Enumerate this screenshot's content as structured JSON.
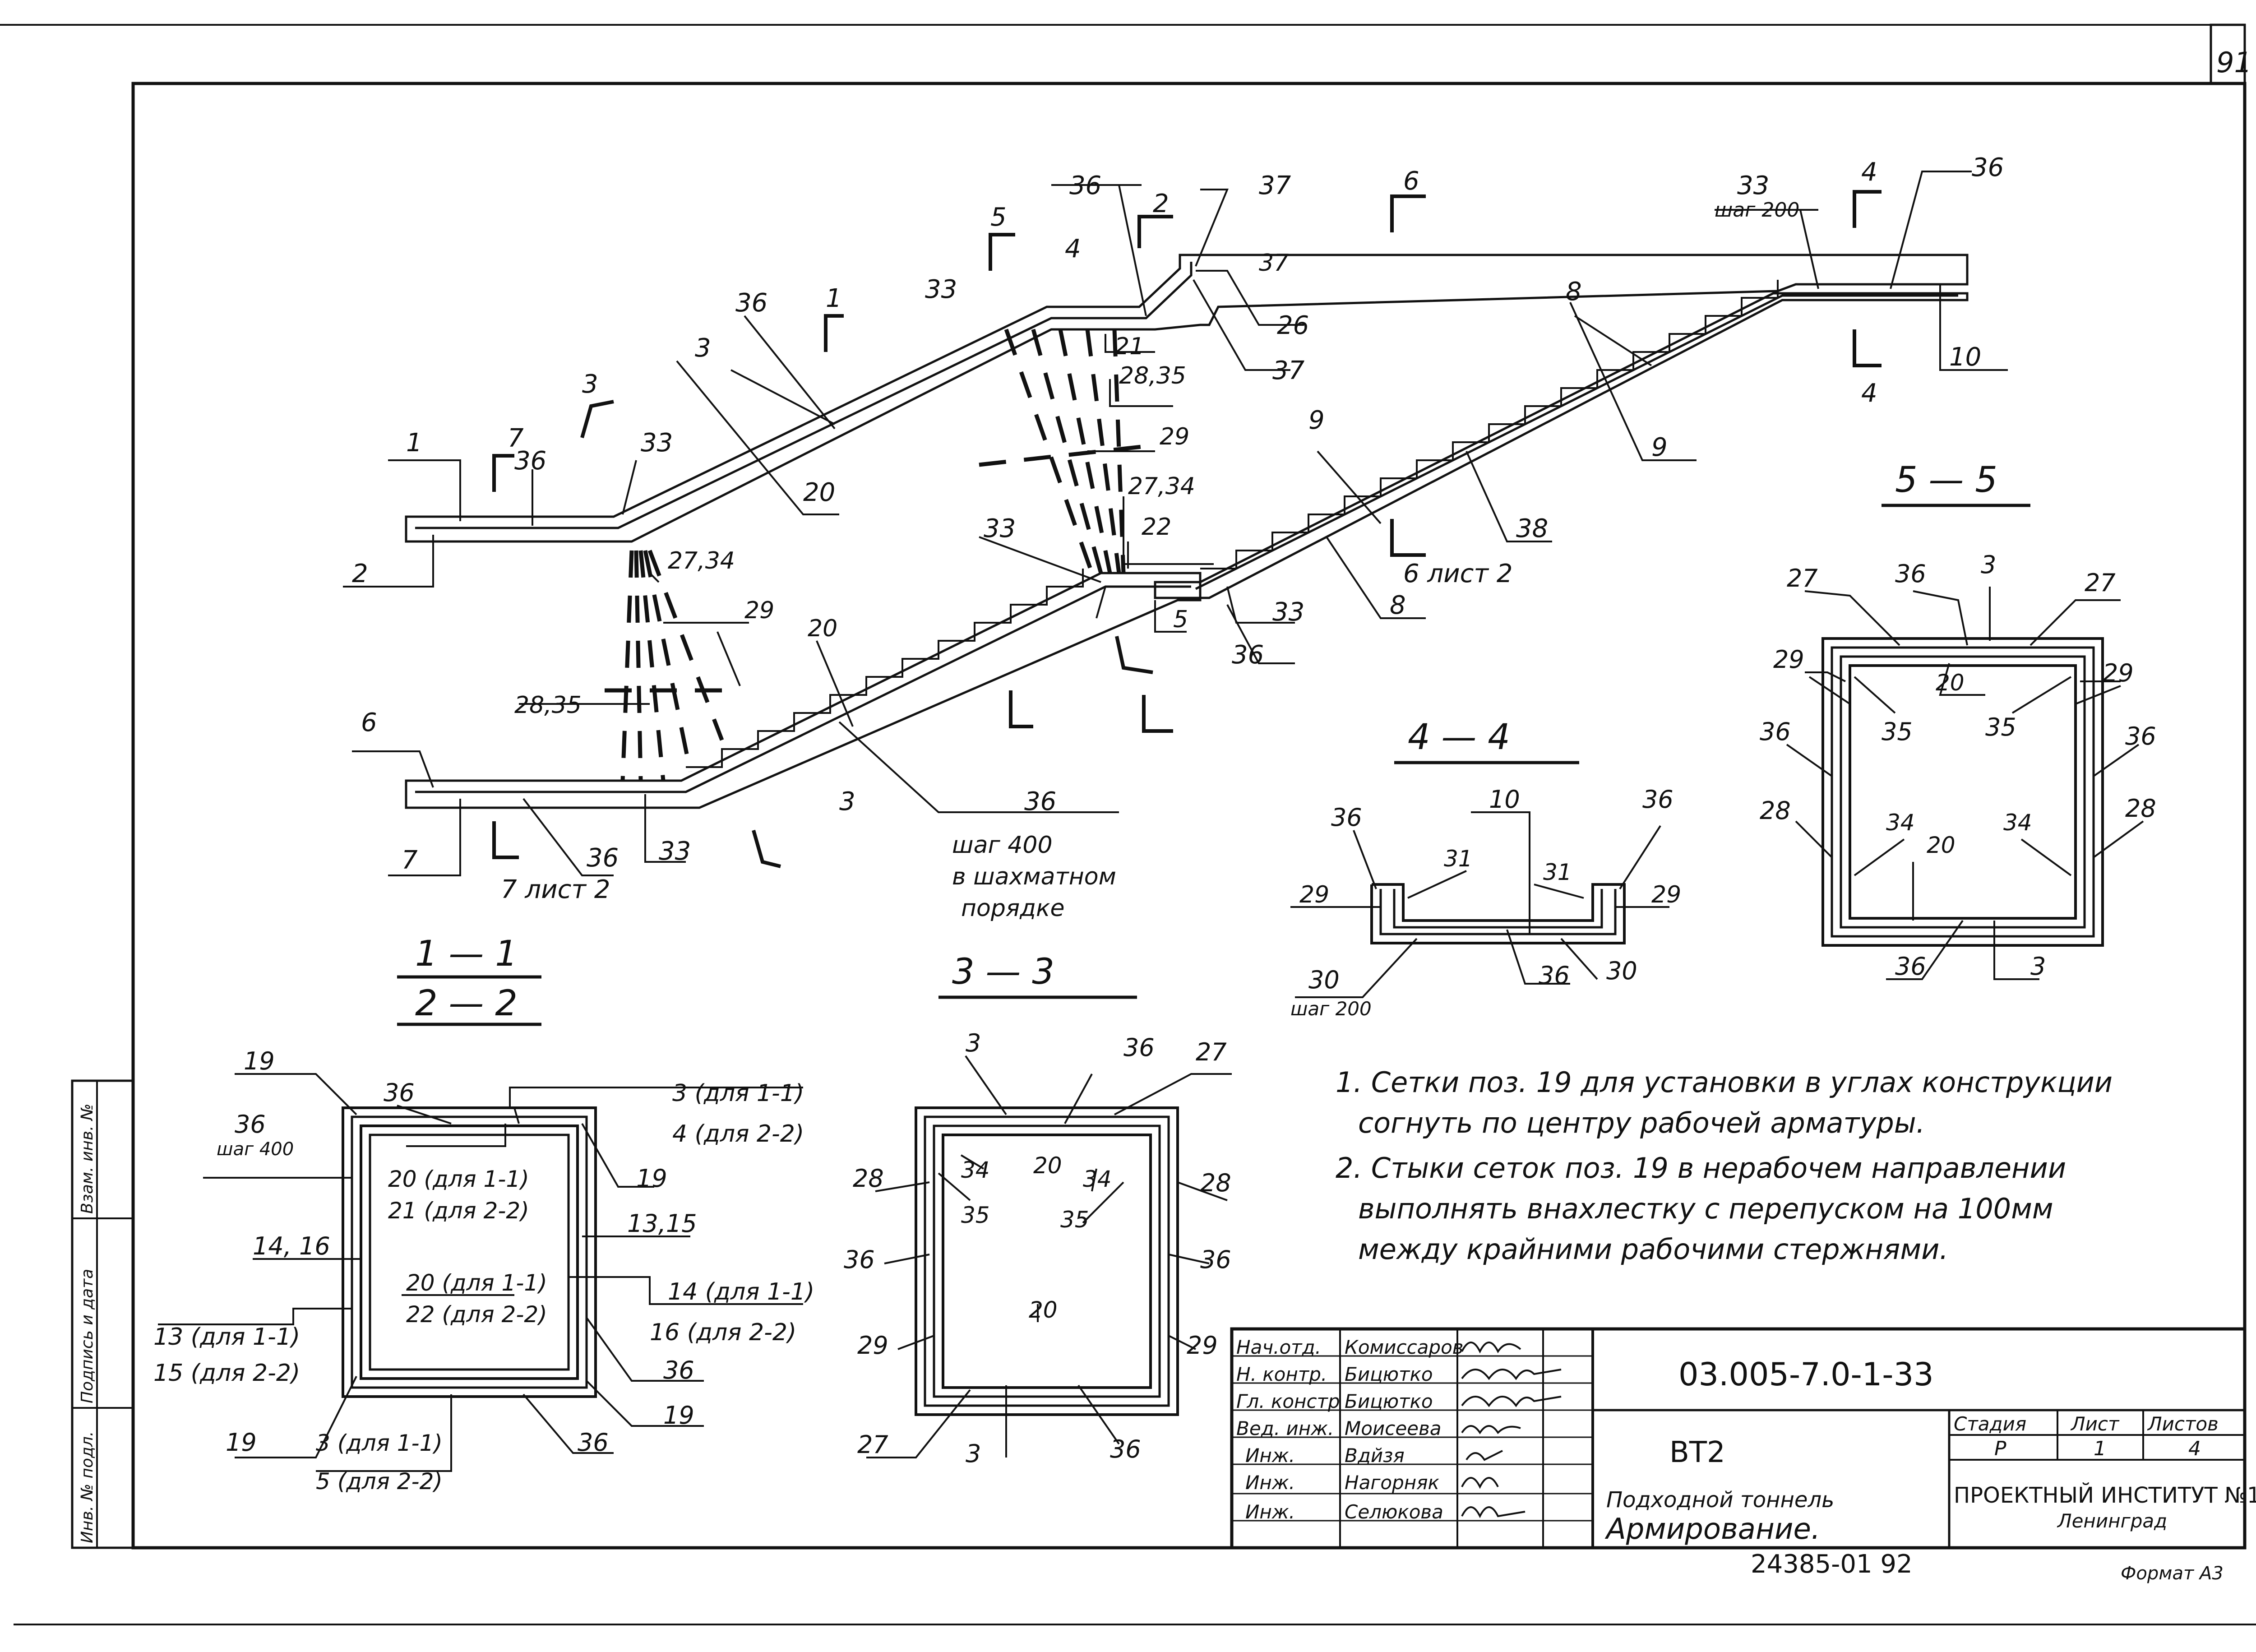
{
  "sheet_number": "91",
  "bottom_code": "24385-01   92",
  "format": "Формат А3",
  "notes": [
    "1. Сетки поз. 19 для установки в углах конструкции",
    "согнуть по центру рабочей арматуры.",
    "2. Стыки сеток поз. 19 в нерабочем направлении",
    "выполнять внахлестку с перепуском на 100мм",
    "между крайними рабочими стержнями."
  ],
  "sections": {
    "s11": "1 — 1",
    "s22": "2 — 2",
    "s33": "3 — 3",
    "s44": "4 — 4",
    "s55": "5 — 5"
  },
  "elevation_labels": {
    "l1": "1",
    "l2": "2",
    "l6": "6",
    "l7": "7",
    "l36a": "36",
    "l7b": "7",
    "cut7": "7",
    "cut3": "3",
    "cut1": "1",
    "cut5": "5",
    "cut2": "2",
    "cut6": "6",
    "cut4": "4",
    "l33a": "33",
    "l36b": "36",
    "l3a": "3",
    "l20a": "20",
    "l33b": "33",
    "l4": "4",
    "l36c": "36",
    "l37a": "37",
    "l37b": "37",
    "l26": "26",
    "l37c": "37",
    "l21": "21",
    "l2835a": "28,35",
    "l29a": "29",
    "l2734a": "27,34",
    "l22": "22",
    "l33c": "33",
    "l2734b": "27,34",
    "l29b": "29",
    "l2835b": "28,35",
    "l20b": "20",
    "l33d": "33",
    "l3b": "3",
    "l36d": "36",
    "l36e": "36",
    "l5": "5",
    "l33e": "33",
    "l8a": "8",
    "l9a": "9",
    "l9b": "9",
    "l8b": "8",
    "l38": "38",
    "l6list2": "6 лист 2",
    "l7list2": "7 лист 2",
    "l33f": "33",
    "l33g": "33",
    "lshag200a": "шаг 200",
    "l36f": "36",
    "l10": "10",
    "shag400": "шаг 400",
    "shakh": "в шахматном",
    "poryadke": "порядке"
  },
  "s11_labels": {
    "a19": "19",
    "a36": "36",
    "a3": "3 (для 1-1)",
    "a4": "4 (для 2-2)",
    "a36b": "36",
    "shag": "шаг 400",
    "a20": "20 (для 1-1)",
    "a21": "21 (для 2-2)",
    "a19b": "19",
    "a1415": "14, 16",
    "a1315": "13,15",
    "a20b": "20 (для 1-1)",
    "a22": "22 (для 2-2)",
    "a14": "14 (для 1-1)",
    "a16": "16 (для 2-2)",
    "a13": "13 (для 1-1)",
    "a15": "15 (для 2-2)",
    "a36c": "36",
    "a19c": "19",
    "a3b": "3 (для 1-1)",
    "a5": "5 (для 2-2)",
    "a36d": "36",
    "a19d": "19"
  },
  "s33_labels": {
    "b3": "3",
    "b36": "36",
    "b27": "27",
    "b28": "28",
    "b34": "34",
    "b20": "20",
    "b34b": "34",
    "b28b": "28",
    "b35": "35",
    "b35b": "35",
    "b36b": "36",
    "b36c": "36",
    "b20b": "20",
    "b29": "29",
    "b29b": "29",
    "b27b": "27",
    "b3b": "3",
    "b36d": "36"
  },
  "s44_labels": {
    "c10": "10",
    "c36": "36",
    "c36b": "36",
    "c31": "31",
    "c31b": "31",
    "c29": "29",
    "c29b": "29",
    "c30": "30",
    "c36c": "36",
    "c30b": "30",
    "shag": "шаг 200"
  },
  "s55_labels": {
    "d36": "36",
    "d3": "3",
    "d27": "27",
    "d27b": "27",
    "d29": "29",
    "d20": "20",
    "d29b": "29",
    "d35": "35",
    "d35b": "35",
    "d36b": "36",
    "d36c": "36",
    "d28": "28",
    "d34": "34",
    "d20b": "20",
    "d34b": "34",
    "d28b": "28",
    "d36d": "36",
    "d3b": "3"
  },
  "side_stamp": [
    "Взам. инв. №",
    "Подпись и дата",
    "Инв. № подл."
  ],
  "title_block": {
    "roles": [
      "Нач.отд.",
      "Н. контр.",
      "Гл. констр",
      "Вед. инж.",
      "Инж.",
      "Инж.",
      "Инж."
    ],
    "names": [
      "Комиссаров",
      "Бицютко",
      "Бицютко",
      "Моисеева",
      "Вдйзя",
      "Нагорняк",
      "Селюкова"
    ],
    "code": "03.005-7.0-1-33",
    "mark": "ВТ2",
    "title_1": "Подходной тоннель",
    "title_2": "Армирование.",
    "stage_header": "Стадия",
    "sheet_header": "Лист",
    "sheets_header": "Листов",
    "stage": "Р",
    "sheet": "1",
    "sheets": "4",
    "org": "ПРОЕКТНЫЙ ИНСТИТУТ №1",
    "city": "Ленинград"
  }
}
